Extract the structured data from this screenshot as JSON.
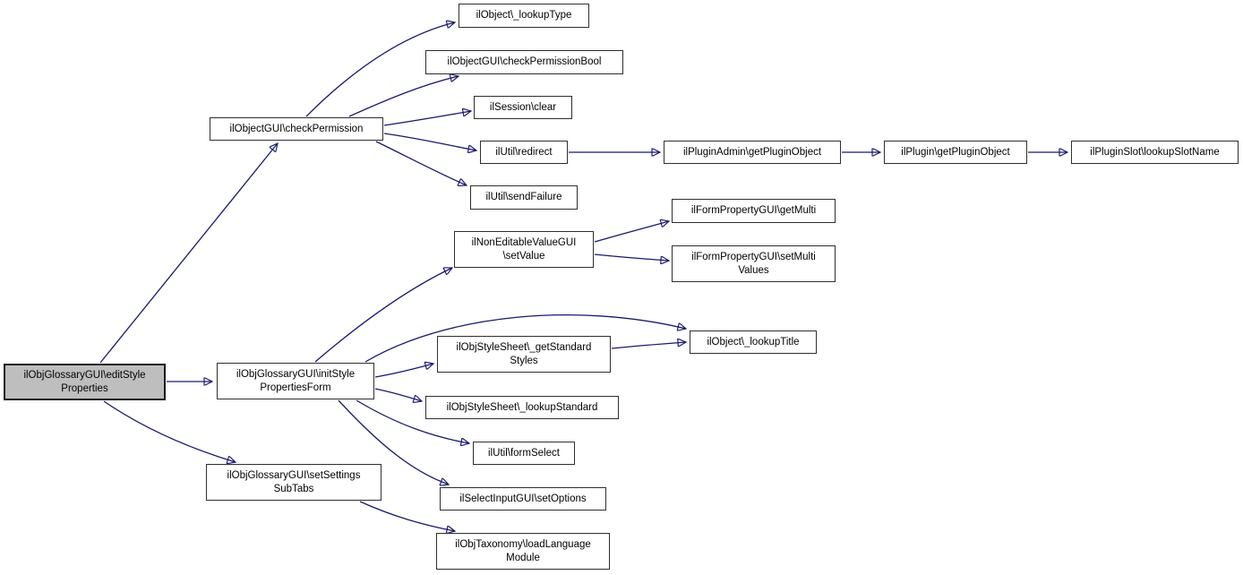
{
  "graph": {
    "type": "call-graph",
    "edge_color": "#191970",
    "root_fill": "#bebebe",
    "node_fill": "#ffffff",
    "nodes": {
      "editStyleProperties": {
        "label": "ilObjGlossaryGUI\\editStyle\nProperties"
      },
      "checkPermission": {
        "label": "ilObjectGUI\\checkPermission"
      },
      "lookupType": {
        "label": "ilObject\\_lookupType"
      },
      "checkPermissionBool": {
        "label": "ilObjectGUI\\checkPermissionBool"
      },
      "sessionClear": {
        "label": "ilSession\\clear"
      },
      "redirect": {
        "label": "ilUtil\\redirect"
      },
      "sendFailure": {
        "label": "ilUtil\\sendFailure"
      },
      "pluginAdminGetPluginObject": {
        "label": "ilPluginAdmin\\getPluginObject"
      },
      "pluginGetPluginObject": {
        "label": "ilPlugin\\getPluginObject"
      },
      "lookupSlotName": {
        "label": "ilPluginSlot\\lookupSlotName"
      },
      "setValue": {
        "label": "ilNonEditableValueGUI\n\\setValue"
      },
      "getMulti": {
        "label": "ilFormPropertyGUI\\getMulti"
      },
      "setMultiValues": {
        "label": "ilFormPropertyGUI\\setMulti\nValues"
      },
      "lookupTitle": {
        "label": "ilObject\\_lookupTitle"
      },
      "getStandardStyles": {
        "label": "ilObjStyleSheet\\_getStandard\nStyles"
      },
      "lookupStandard": {
        "label": "ilObjStyleSheet\\_lookupStandard"
      },
      "initStylePropertiesForm": {
        "label": "ilObjGlossaryGUI\\initStyle\nPropertiesForm"
      },
      "formSelect": {
        "label": "ilUtil\\formSelect"
      },
      "setOptions": {
        "label": "ilSelectInputGUI\\setOptions"
      },
      "setSettingsSubTabs": {
        "label": "ilObjGlossaryGUI\\setSettings\nSubTabs"
      },
      "loadLanguageModule": {
        "label": "ilObjTaxonomy\\loadLanguage\nModule"
      }
    },
    "edges": [
      {
        "from": "editStyleProperties",
        "to": "checkPermission"
      },
      {
        "from": "editStyleProperties",
        "to": "initStylePropertiesForm"
      },
      {
        "from": "editStyleProperties",
        "to": "setSettingsSubTabs"
      },
      {
        "from": "checkPermission",
        "to": "lookupType"
      },
      {
        "from": "checkPermission",
        "to": "checkPermissionBool"
      },
      {
        "from": "checkPermission",
        "to": "sessionClear"
      },
      {
        "from": "checkPermission",
        "to": "redirect"
      },
      {
        "from": "checkPermission",
        "to": "sendFailure"
      },
      {
        "from": "redirect",
        "to": "pluginAdminGetPluginObject"
      },
      {
        "from": "pluginAdminGetPluginObject",
        "to": "pluginGetPluginObject"
      },
      {
        "from": "pluginGetPluginObject",
        "to": "lookupSlotName"
      },
      {
        "from": "initStylePropertiesForm",
        "to": "setValue"
      },
      {
        "from": "setValue",
        "to": "getMulti"
      },
      {
        "from": "setValue",
        "to": "setMultiValues"
      },
      {
        "from": "initStylePropertiesForm",
        "to": "lookupTitle"
      },
      {
        "from": "initStylePropertiesForm",
        "to": "getStandardStyles"
      },
      {
        "from": "getStandardStyles",
        "to": "lookupTitle"
      },
      {
        "from": "initStylePropertiesForm",
        "to": "lookupStandard"
      },
      {
        "from": "initStylePropertiesForm",
        "to": "formSelect"
      },
      {
        "from": "initStylePropertiesForm",
        "to": "setOptions"
      },
      {
        "from": "setSettingsSubTabs",
        "to": "loadLanguageModule"
      }
    ]
  }
}
